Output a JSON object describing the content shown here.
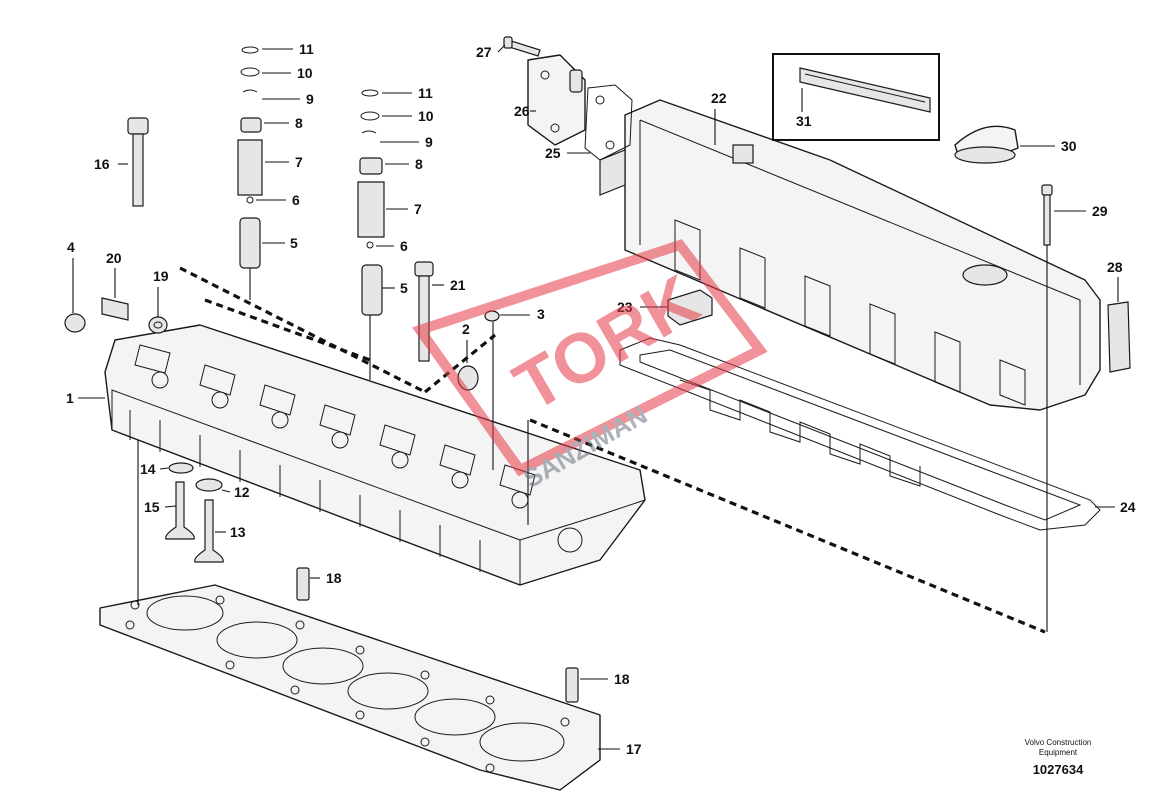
{
  "labels": [
    {
      "n": "1"
    },
    {
      "n": "2"
    },
    {
      "n": "3"
    },
    {
      "n": "4"
    },
    {
      "n": "5"
    },
    {
      "n": "5"
    },
    {
      "n": "6"
    },
    {
      "n": "6"
    },
    {
      "n": "7"
    },
    {
      "n": "7"
    },
    {
      "n": "8"
    },
    {
      "n": "8"
    },
    {
      "n": "9"
    },
    {
      "n": "9"
    },
    {
      "n": "10"
    },
    {
      "n": "10"
    },
    {
      "n": "11"
    },
    {
      "n": "11"
    },
    {
      "n": "12"
    },
    {
      "n": "13"
    },
    {
      "n": "14"
    },
    {
      "n": "15"
    },
    {
      "n": "16"
    },
    {
      "n": "17"
    },
    {
      "n": "18"
    },
    {
      "n": "18"
    },
    {
      "n": "19"
    },
    {
      "n": "20"
    },
    {
      "n": "21"
    },
    {
      "n": "22"
    },
    {
      "n": "23"
    },
    {
      "n": "24"
    },
    {
      "n": "25"
    },
    {
      "n": "26"
    },
    {
      "n": "27"
    },
    {
      "n": "28"
    },
    {
      "n": "29"
    },
    {
      "n": "30"
    },
    {
      "n": "31"
    }
  ],
  "credit": {
    "line1": "Volvo Construction",
    "line2": "Equipment"
  },
  "doc_number": "1027634",
  "watermark": {
    "brand": "TORK",
    "sub": "SANZIMAN",
    "color": "#e63946"
  }
}
